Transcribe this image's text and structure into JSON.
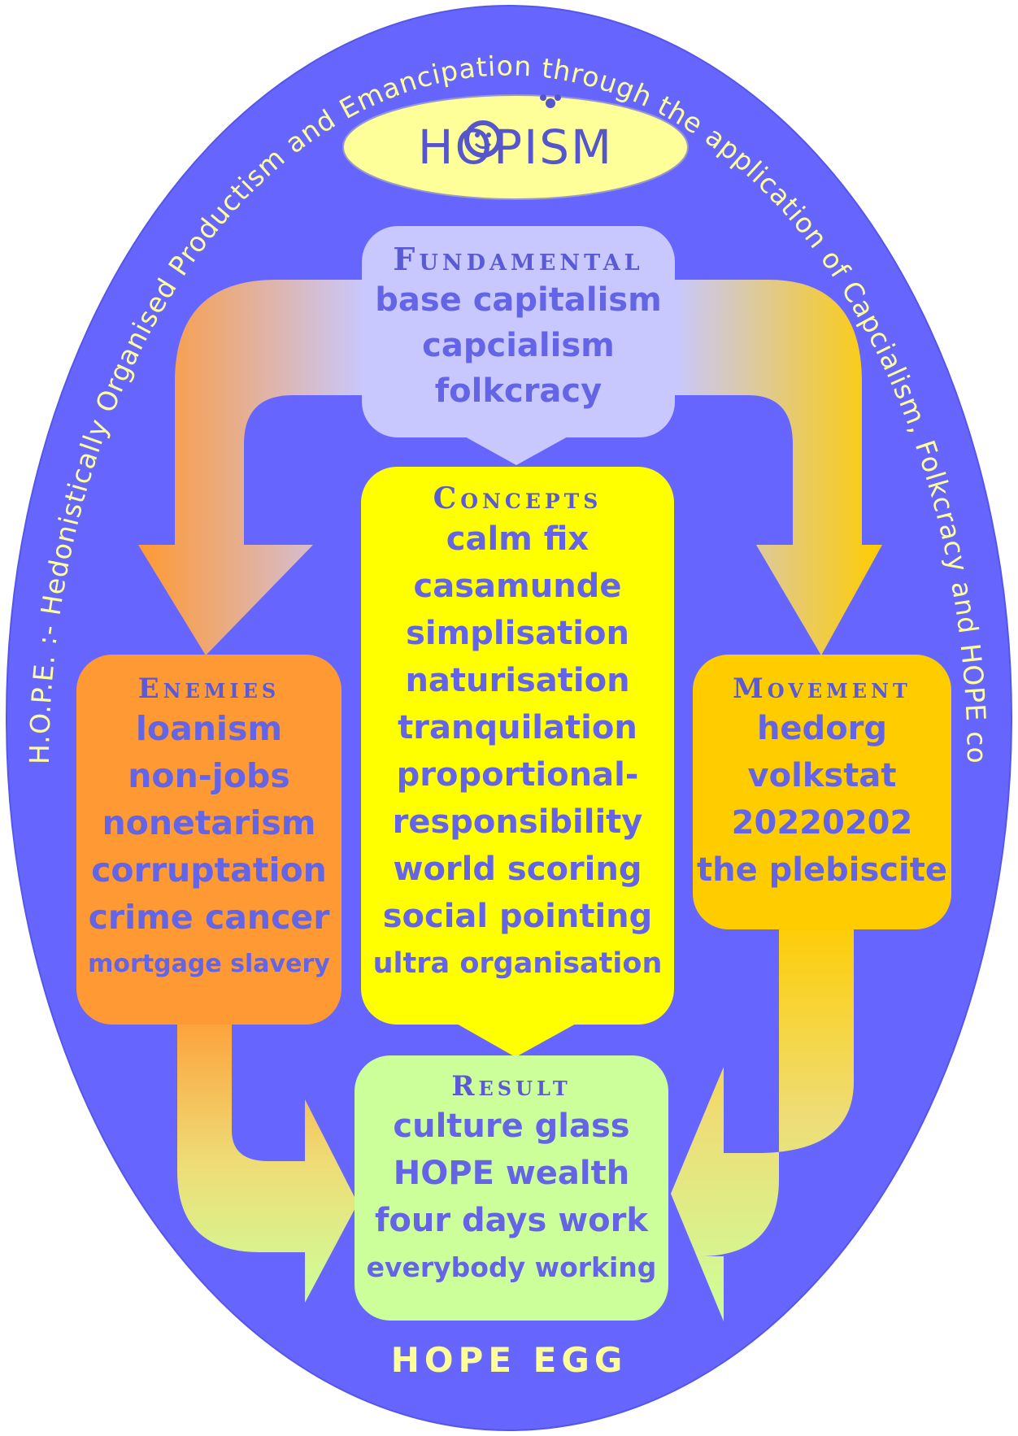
{
  "title": "HOPISM",
  "curved_caption": "H.O.P.E. :- Hedonistically Organised Productism and Emancipation through the application of Capcialism, Folkcracy and HOPE concepts.",
  "footer": "HOPE EGG",
  "colors": {
    "background": "#ffffff",
    "egg": "#6666ff",
    "title_oval": "#ffff99",
    "text": "#6464e6",
    "fundamental": "#c8c8ff",
    "concepts": "#ffff00",
    "enemies": "#ff9933",
    "movement": "#ffcc00",
    "result": "#ccff99",
    "caption_text": "#ffff99"
  },
  "fundamental": {
    "heading": "Fundamental",
    "items": [
      "base capitalism",
      "capcialism",
      "folkcracy"
    ]
  },
  "concepts": {
    "heading": "Concepts",
    "items": [
      "calm fix",
      "casamunde",
      "simplisation",
      "naturisation",
      "tranquilation",
      "proportional-",
      "responsibility",
      "world scoring",
      "social pointing",
      "ultra organisation"
    ]
  },
  "enemies": {
    "heading": "Enemies",
    "items": [
      "loanism",
      "non-jobs",
      "nonetarism",
      "corruptation",
      "crime cancer",
      "mortgage slavery"
    ]
  },
  "movement": {
    "heading": "Movement",
    "items": [
      "hedorg",
      "volkstat",
      "20220202",
      "the plebiscite"
    ]
  },
  "result": {
    "heading": "Result",
    "items": [
      "culture glass",
      "HOPE wealth",
      "four days work",
      "everybody working"
    ]
  }
}
